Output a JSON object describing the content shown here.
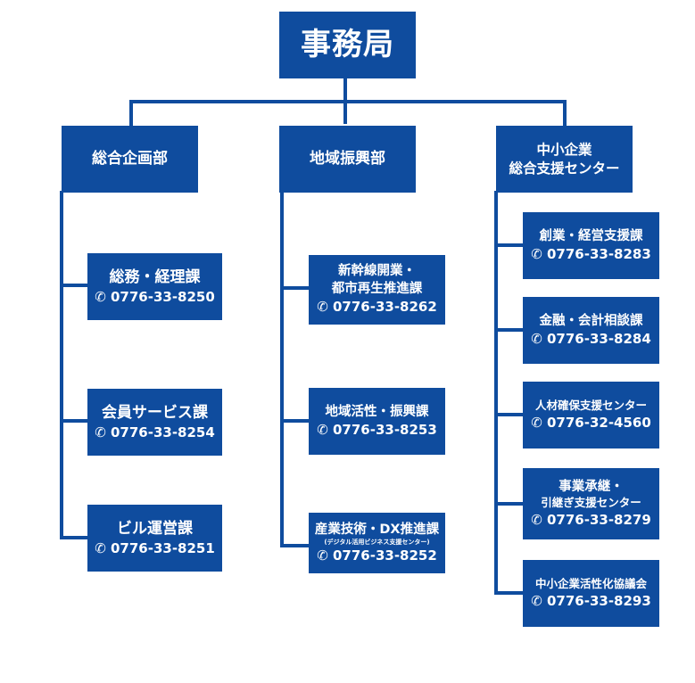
{
  "headquarters": {
    "label": "事務局"
  },
  "departments": [
    {
      "label_lines": [
        "総合企画部"
      ],
      "sections": [
        {
          "label_lines": [
            "総務・経理課"
          ],
          "phone": "✆ 0776-33-8250"
        },
        {
          "label_lines": [
            "会員サービス課"
          ],
          "phone": "✆ 0776-33-8254"
        },
        {
          "label_lines": [
            "ビル運営課"
          ],
          "phone": "✆ 0776-33-8251"
        }
      ]
    },
    {
      "label_lines": [
        "地域振興部"
      ],
      "sections": [
        {
          "label_lines": [
            "新幹線開業・",
            "都市再生推進課"
          ],
          "phone": "✆ 0776-33-8262"
        },
        {
          "label_lines": [
            "地域活性・振興課"
          ],
          "phone": "✆ 0776-33-8253"
        },
        {
          "label_lines": [
            "産業技術・DX推進課"
          ],
          "sub": "(デジタル活用ビジネス支援センター)",
          "phone": "✆ 0776-33-8252"
        }
      ]
    },
    {
      "label_lines": [
        "中小企業",
        "総合支援センター"
      ],
      "sections": [
        {
          "label_lines": [
            "創業・経営支援課"
          ],
          "phone": "✆ 0776-33-8283"
        },
        {
          "label_lines": [
            "金融・会計相談課"
          ],
          "phone": "✆ 0776-33-8284"
        },
        {
          "label_lines": [
            "人材確保支援センター"
          ],
          "phone": "✆ 0776-32-4560"
        },
        {
          "label_lines": [
            "事業承継・",
            "引継ぎ支援センター"
          ],
          "phone": "✆ 0776-33-8279"
        },
        {
          "label_lines": [
            "中小企業活性化協議会"
          ],
          "phone": "✆ 0776-33-8293"
        }
      ]
    }
  ],
  "colors": {
    "box": "#0f4c9e",
    "line": "#0f4c9e",
    "text": "#ffffff"
  }
}
